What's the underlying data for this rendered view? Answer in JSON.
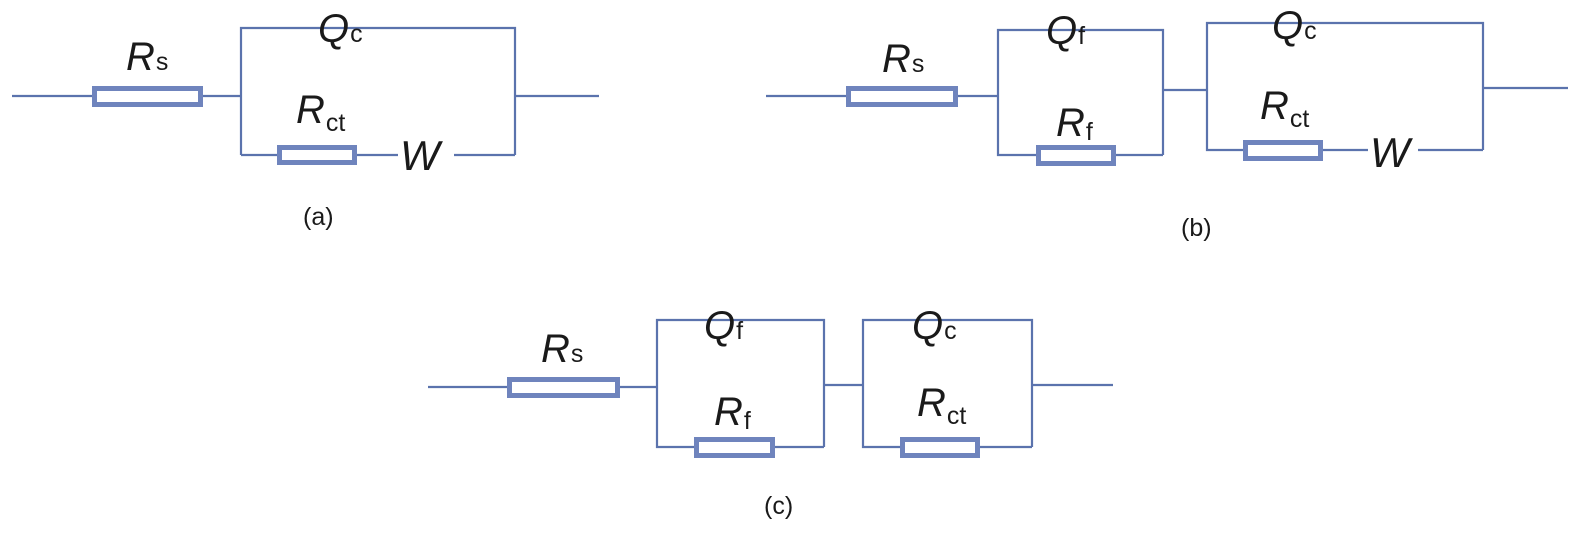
{
  "circuit_a": {
    "caption": "(a)",
    "rs": {
      "sym": "R",
      "sub": "s"
    },
    "qc": {
      "sym": "Q",
      "sub": "c"
    },
    "rct": {
      "sym": "R",
      "sub": "ct"
    },
    "w": "W"
  },
  "circuit_b": {
    "caption": "(b)",
    "rs": {
      "sym": "R",
      "sub": "s"
    },
    "qf": {
      "sym": "Q",
      "sub": "f"
    },
    "rf": {
      "sym": "R",
      "sub": "f"
    },
    "qc": {
      "sym": "Q",
      "sub": "c"
    },
    "rct": {
      "sym": "R",
      "sub": "ct"
    },
    "w": "W"
  },
  "circuit_c": {
    "caption": "(c)",
    "rs": {
      "sym": "R",
      "sub": "s"
    },
    "qf": {
      "sym": "Q",
      "sub": "f"
    },
    "rf": {
      "sym": "R",
      "sub": "f"
    },
    "qc": {
      "sym": "Q",
      "sub": "c"
    },
    "rct": {
      "sym": "R",
      "sub": "ct"
    }
  },
  "colors": {
    "wire": "#5b73ad",
    "resistor": "#6f84bd"
  }
}
